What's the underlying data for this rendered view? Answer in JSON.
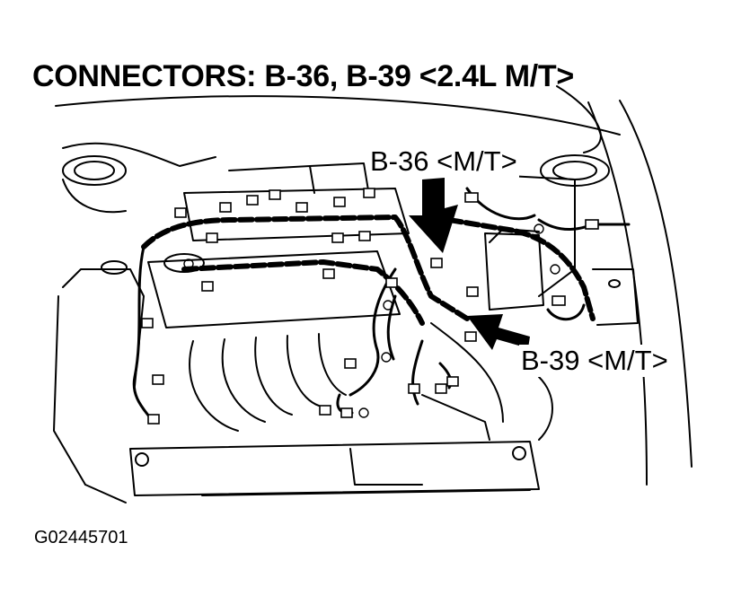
{
  "diagram": {
    "title": "CONNECTORS: B-36, B-39 <2.4L M/T>",
    "callouts": [
      {
        "id": "b36",
        "text": "B-36 <M/T>"
      },
      {
        "id": "b39",
        "text": "B-39 <M/T>"
      }
    ],
    "figure_id": "G02445701"
  }
}
